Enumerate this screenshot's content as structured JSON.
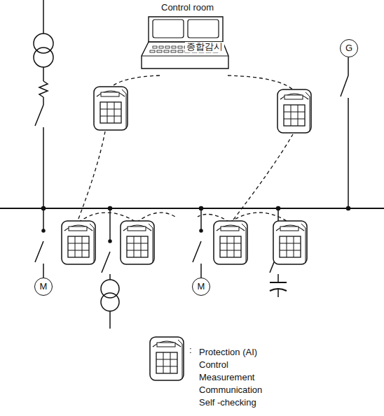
{
  "diagram": {
    "nodes": [
      {
        "text": [
          "Control room",
          "종합감시"
        ]
      },
      {
        "text": [
          "G"
        ]
      },
      {
        "text": [
          "M"
        ]
      },
      {
        "text": [
          "M"
        ]
      }
    ],
    "labels": [
      ":"
    ],
    "legend": [
      {
        "text": "Protection (AI)"
      },
      {
        "text": "Control"
      },
      {
        "text": "Measurement"
      },
      {
        "text": "Communication"
      },
      {
        "text": "Self -checking"
      }
    ]
  }
}
